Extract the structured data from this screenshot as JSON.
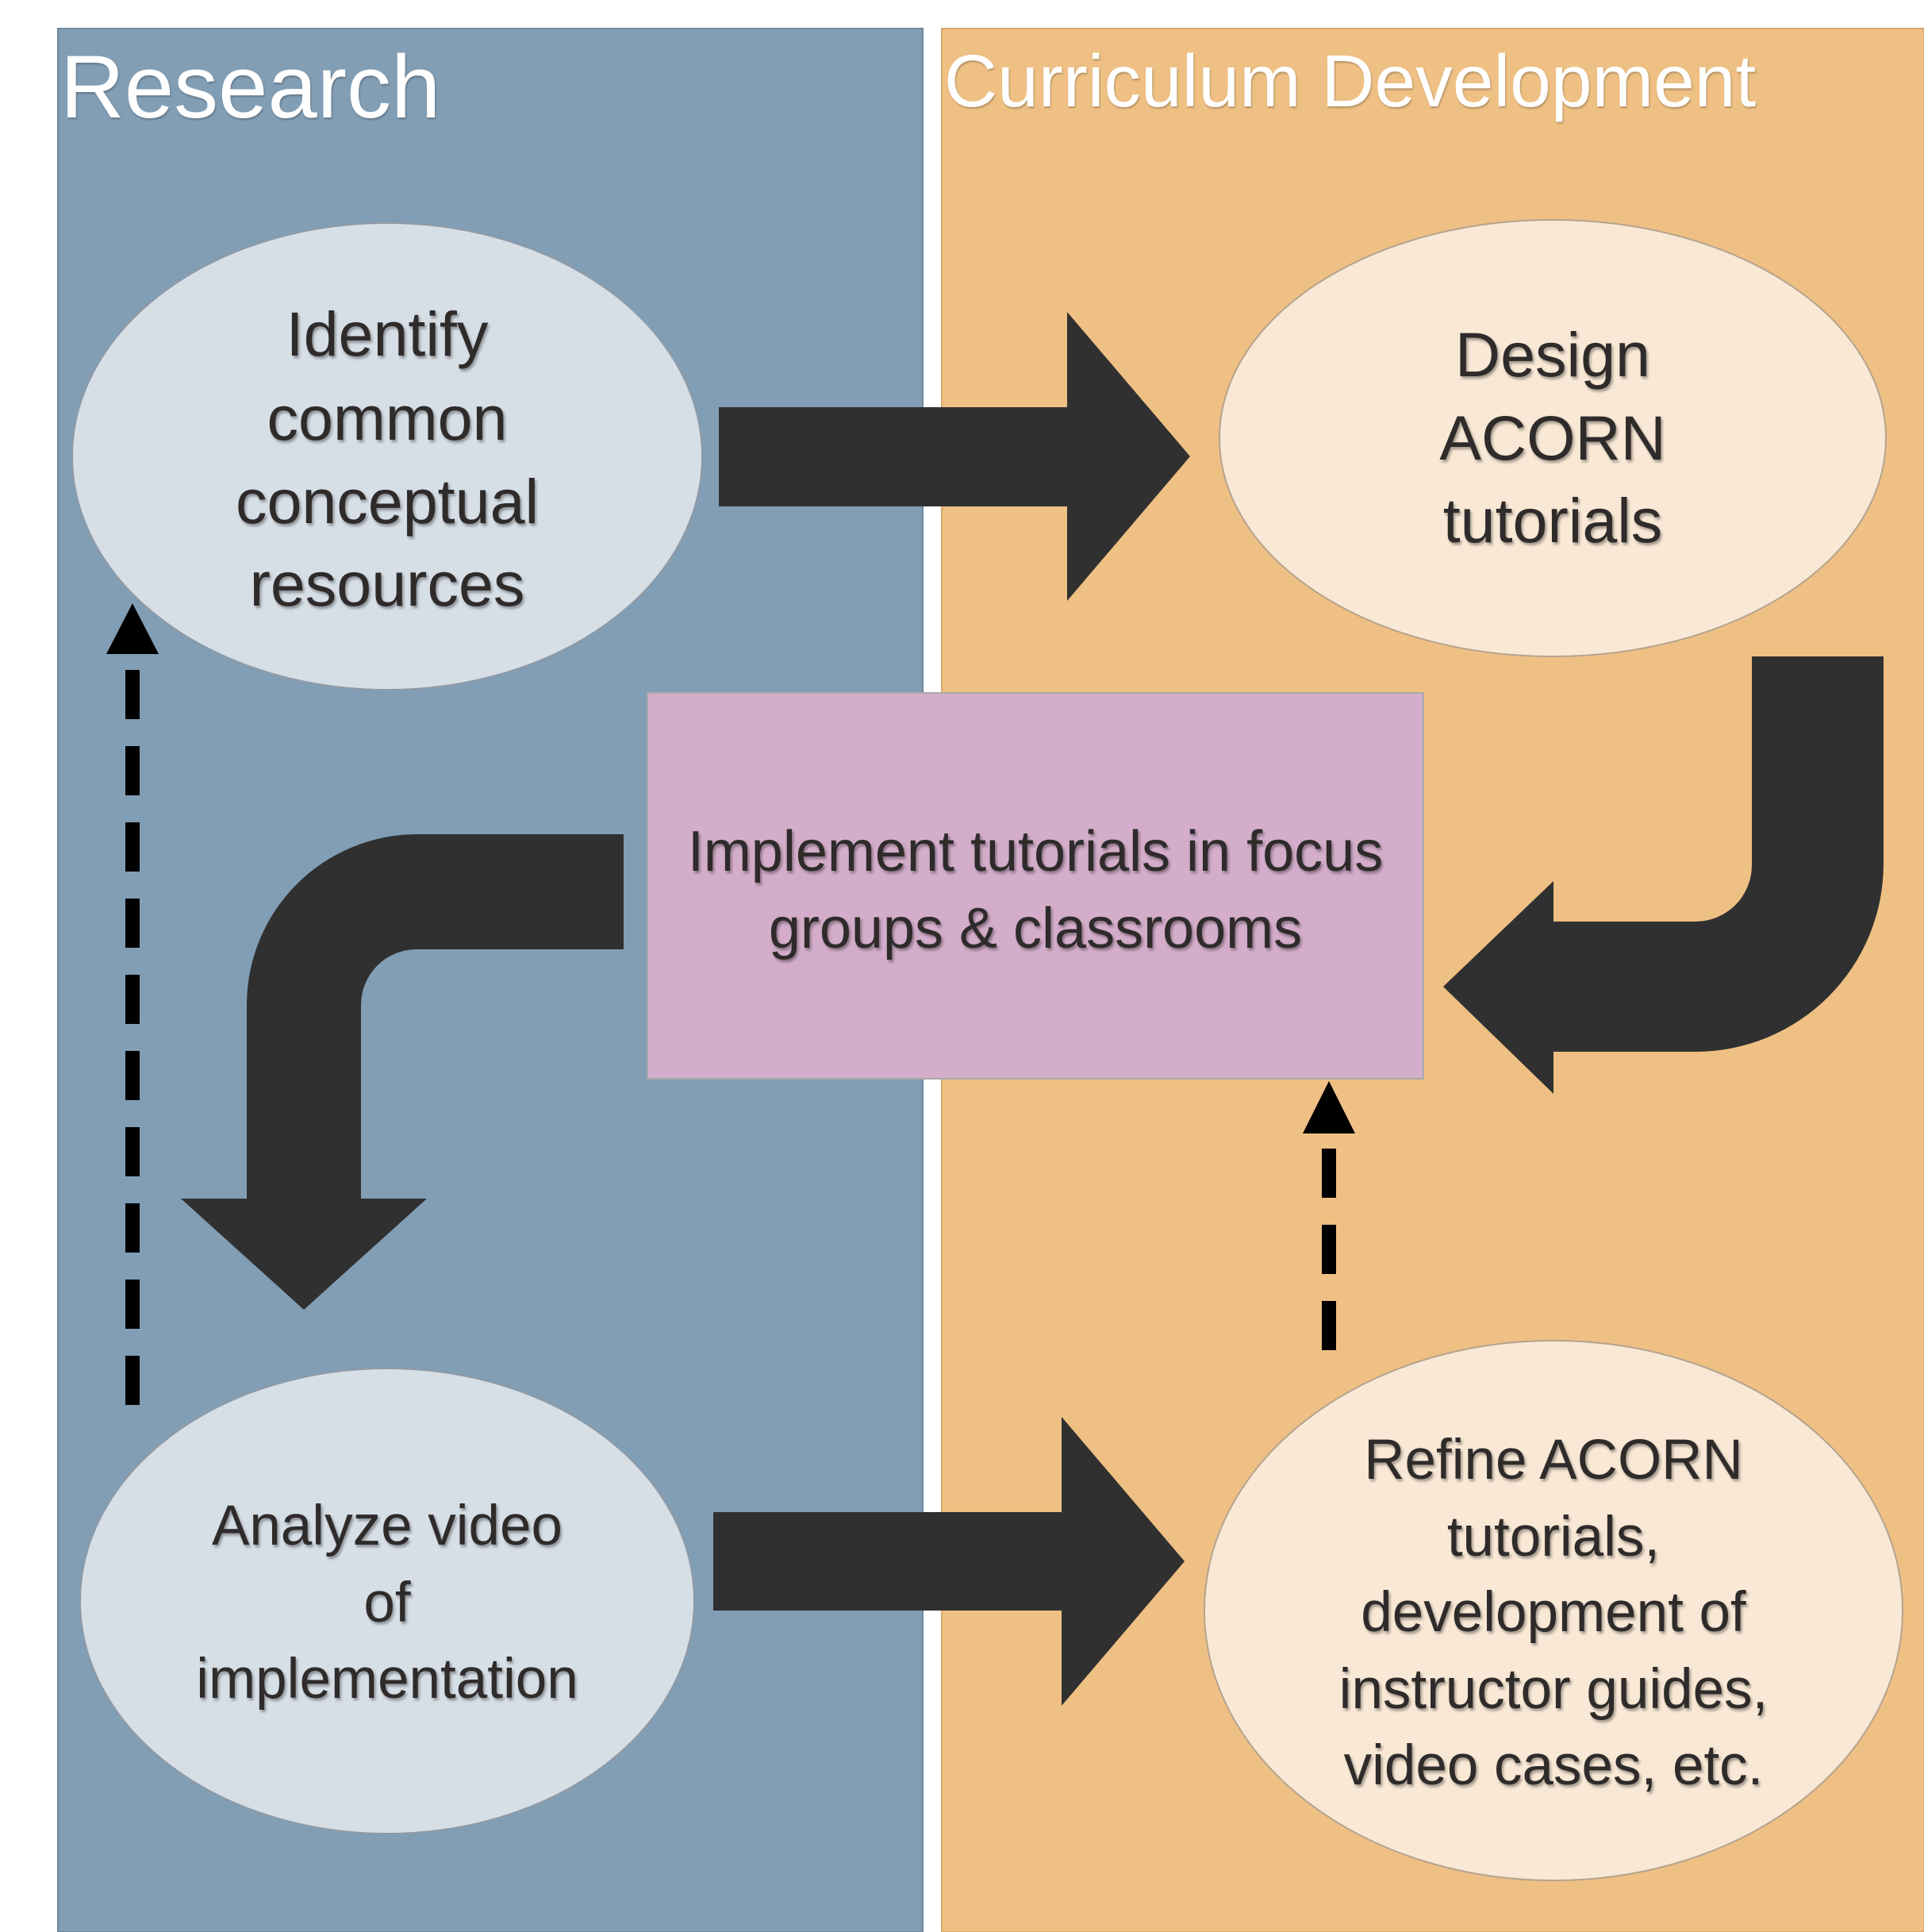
{
  "lanes": {
    "research": {
      "title": "Research",
      "fill": "#829eb5"
    },
    "curriculum": {
      "title": "Curriculum Development",
      "fill": "#efc084"
    }
  },
  "nodes": {
    "identify": {
      "lines": [
        "Identify",
        "common",
        "conceptual",
        "resources"
      ],
      "fill": "#d6dee6"
    },
    "design": {
      "lines": [
        "Design",
        "ACORN",
        "tutorials"
      ],
      "fill": "#f8e8d5"
    },
    "implement": {
      "lines": [
        "Implement tutorials in focus",
        "groups & classrooms"
      ],
      "fill": "#d3adca"
    },
    "analyze": {
      "lines": [
        "Analyze video",
        "of",
        "implementation"
      ],
      "fill": "#d6dee6"
    },
    "refine": {
      "lines": [
        "Refine ACORN",
        "tutorials,",
        "development of",
        "instructor guides,",
        "video cases, etc."
      ],
      "fill": "#f8e8d5"
    }
  },
  "colors": {
    "arrow": "#303030",
    "text": "#2e2b2a"
  }
}
